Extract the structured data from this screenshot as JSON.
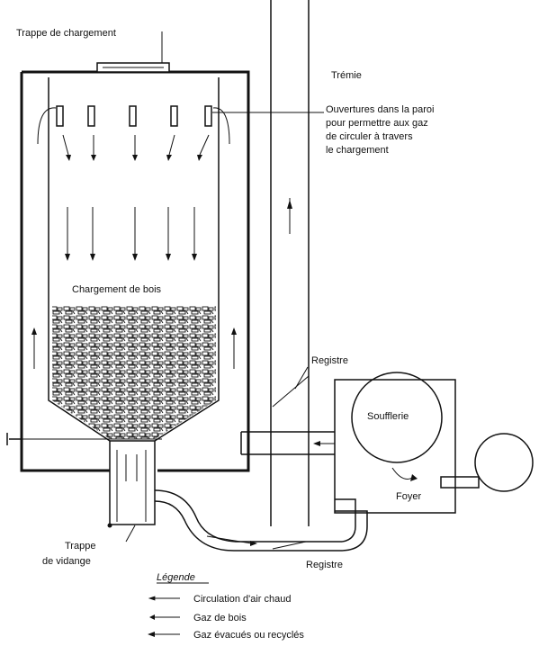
{
  "labels": {
    "trappe_chargement": "Trappe de chargement",
    "tremie": "Trémie",
    "ouvertures": [
      "Ouvertures dans la paroi",
      "pour permettre aux gaz",
      "de circuler à travers",
      "le chargement"
    ],
    "chargement_bois": "Chargement de bois",
    "registre_top": "Registre",
    "soufflerie": "Soufflerie",
    "foyer": "Foyer",
    "trappe_vidange": [
      "Trappe",
      "de vidange"
    ],
    "registre_bottom": "Registre"
  },
  "legend": {
    "title": "Légende",
    "items": [
      "Circulation d'air chaud",
      "Gaz de bois",
      "Gaz évacués ou recyclés"
    ]
  }
}
